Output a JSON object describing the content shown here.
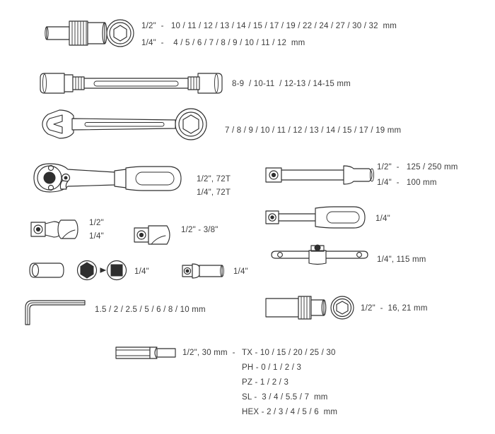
{
  "document": {
    "type": "tool-set-contents-diagram",
    "background_color": "#ffffff",
    "line_color": "#2f2f2f",
    "text_color": "#3c3c3c"
  },
  "rows": [
    {
      "id": "sockets",
      "illustration": [
        "socket-side-view",
        "socket-end-view-hex"
      ],
      "specs": [
        "1/2\"  -   10 / 11 / 12 / 13 / 14 / 15 / 17 / 19 / 22 / 24 / 27 / 30 / 32  mm",
        "1/4\"  -    4 / 5 / 6 / 7 / 8 / 9 / 10 / 11 / 12  mm"
      ]
    },
    {
      "id": "flex-socket-wrench",
      "illustration": [
        "double-end-flex-socket-wrench"
      ],
      "specs": [
        "8-9  / 10-11  / 12-13 / 14-15 mm"
      ]
    },
    {
      "id": "combination-wrench",
      "illustration": [
        "combination-wrench"
      ],
      "specs": [
        "7 / 8 / 9 / 10 / 11 / 12 / 13 / 14 / 15 / 17 / 19 mm"
      ]
    },
    {
      "id": "ratchet",
      "illustration": [
        "ratchet-handle"
      ],
      "specs": [
        "1/2\", 72T",
        "1/4\", 72T"
      ]
    },
    {
      "id": "extension-bars",
      "illustration": [
        "extension-bar"
      ],
      "specs": [
        "1/2\"  -   125 / 250 mm",
        "1/4\"  -   100 mm"
      ]
    },
    {
      "id": "universal-joints",
      "illustration": [
        "universal-joint"
      ],
      "specs": [
        "1/2\"",
        "1/4\""
      ]
    },
    {
      "id": "adapter-half-to-threeeighths",
      "illustration": [
        "socket-adapter"
      ],
      "specs": [
        "1/2\" - 3/8\""
      ]
    },
    {
      "id": "t-handle-driver",
      "illustration": [
        "screwdriver-handle-driver"
      ],
      "specs": [
        "1/4\""
      ]
    },
    {
      "id": "bit-holder-adapter",
      "illustration": [
        "bit-sleeve",
        "hex-to-square-adapter"
      ],
      "specs": [
        "1/4\""
      ]
    },
    {
      "id": "universal-joint-small",
      "illustration": [
        "universal-joint-short"
      ],
      "specs": [
        "1/4\""
      ]
    },
    {
      "id": "sliding-t-bar",
      "illustration": [
        "sliding-t-bar"
      ],
      "specs": [
        "1/4\", 115 mm"
      ]
    },
    {
      "id": "hex-key",
      "illustration": [
        "hex-key-l-shape"
      ],
      "specs": [
        "1.5 / 2 / 2.5 / 5 / 6 / 8 / 10 mm"
      ]
    },
    {
      "id": "spark-plug-socket",
      "illustration": [
        "spark-plug-socket",
        "spark-plug-socket-end-view"
      ],
      "specs": [
        "1/2\"  -  16, 21 mm"
      ]
    },
    {
      "id": "bits",
      "illustration": [
        "screwdriver-bit"
      ],
      "specs": [
        "1/2\", 30 mm  -"
      ],
      "bit_list": [
        "TX - 10 / 15 / 20 / 25 / 30",
        "PH - 0 / 1 / 2 / 3",
        "PZ - 1 / 2 / 3",
        "SL -  3 / 4 / 5.5 / 7  mm",
        "HEX - 2 / 3 / 4 / 5 / 6  mm"
      ]
    }
  ]
}
